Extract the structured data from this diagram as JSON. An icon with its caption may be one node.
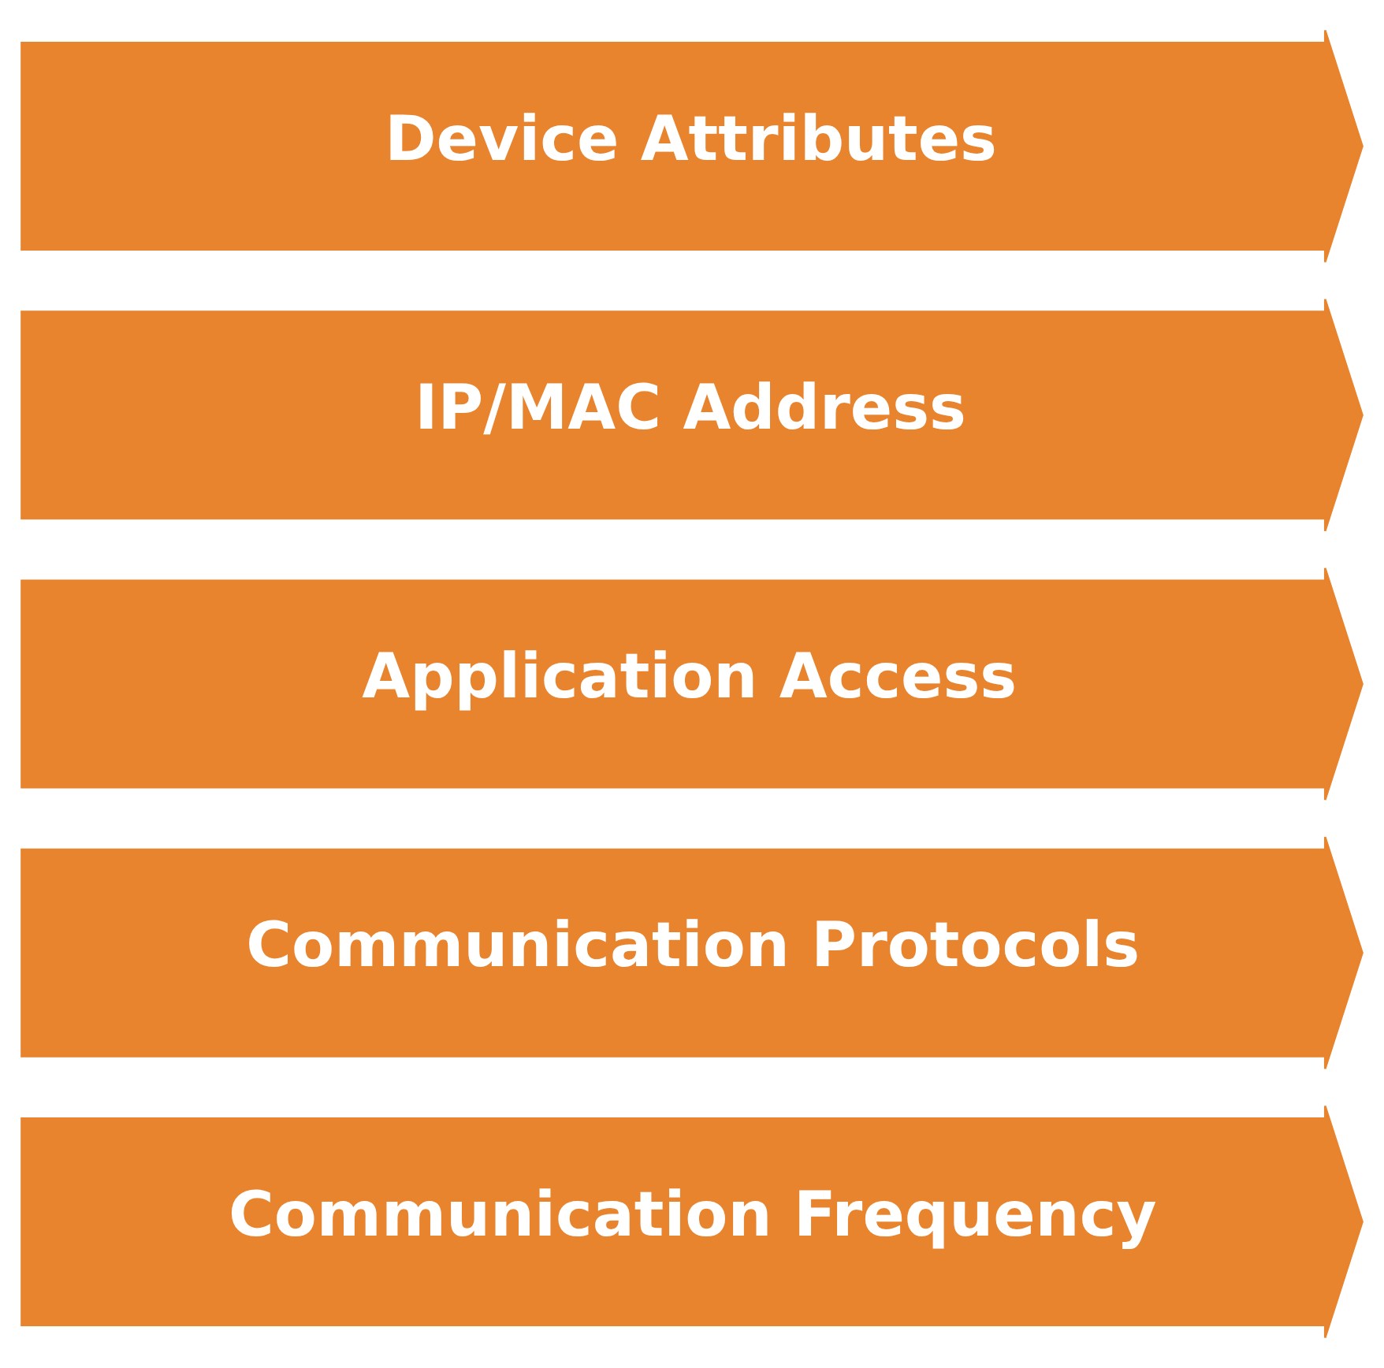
{
  "diagram": {
    "nodes": [
      {
        "text": [
          "Device Attributes"
        ]
      },
      {
        "text": [
          "IP/MAC Address"
        ]
      },
      {
        "text": [
          "Application Access"
        ]
      },
      {
        "text": [
          "Communication Protocols"
        ]
      },
      {
        "text": [
          "Communication Frequency"
        ]
      }
    ]
  }
}
